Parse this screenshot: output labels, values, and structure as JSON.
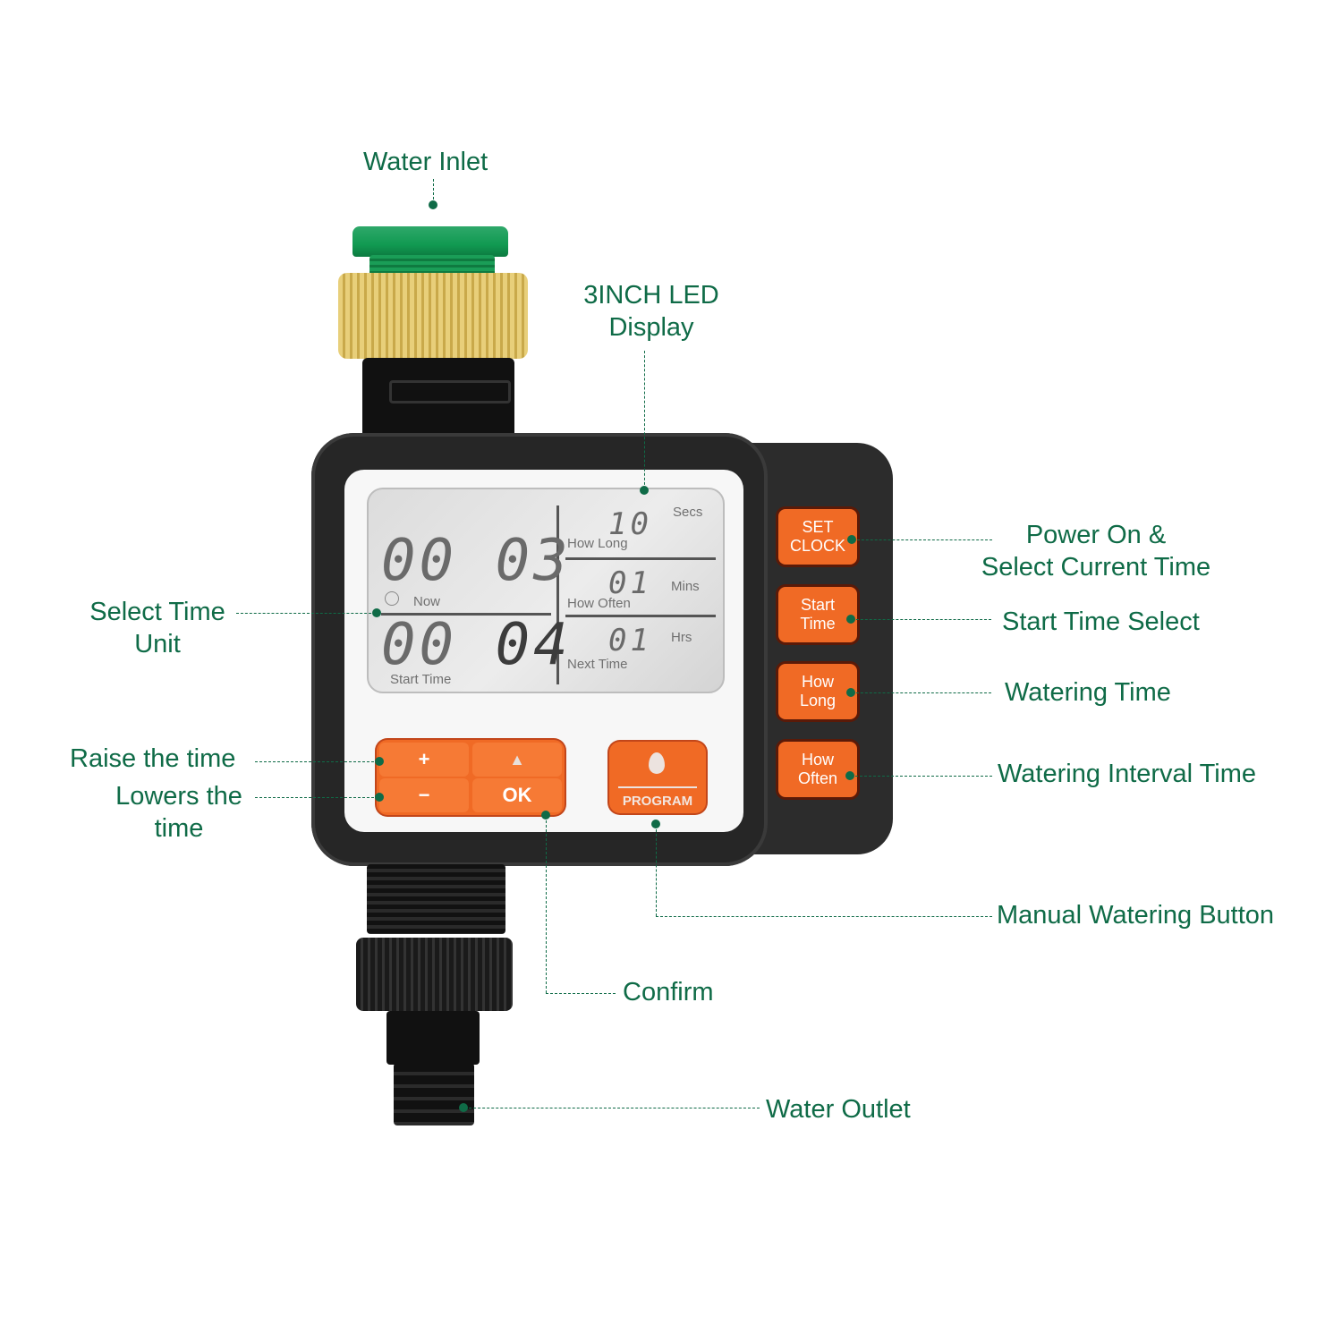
{
  "diagram": {
    "subject": "Digital water timer",
    "accent_color": "#0f6b47",
    "button_color": "#f06a25"
  },
  "labels": {
    "water_inlet": "Water Inlet",
    "display_line1": "3INCH LED",
    "display_line2": "Display",
    "select_time_unit_line1": "Select Time",
    "select_time_unit_line2": "Unit",
    "raise_time": "Raise the time",
    "lowers_time_line1": "Lowers the",
    "lowers_time_line2": "time",
    "power_on_line1": "Power On &",
    "power_on_line2": "Select Current Time",
    "start_time_select": "Start Time Select",
    "watering_time": "Watering Time",
    "watering_interval": "Watering Interval Time",
    "manual_watering": "Manual Watering Button",
    "confirm": "Confirm",
    "water_outlet": "Water Outlet"
  },
  "lcd": {
    "now_value_a": "00",
    "now_value_b": "03",
    "now_label": "Now",
    "start_value_a": "00",
    "start_value_b": "04",
    "start_label": "Start Time",
    "how_long_value": "10",
    "how_long_unit": "Secs",
    "how_long_label": "How Long",
    "how_often_value": "01",
    "how_often_unit": "Mins",
    "how_often_label": "How  Often",
    "next_time_value": "01",
    "next_time_unit": "Hrs",
    "next_time_label": "Next Time"
  },
  "buttons": {
    "plus": "+",
    "up": "▲",
    "minus": "−",
    "ok": "OK",
    "program": "PROGRAM",
    "set_clock_1": "SET",
    "set_clock_2": "CLOCK",
    "start_time_1": "Start",
    "start_time_2": "Time",
    "how_long_1": "How",
    "how_long_2": "Long",
    "how_often_1": "How",
    "how_often_2": "Often"
  }
}
